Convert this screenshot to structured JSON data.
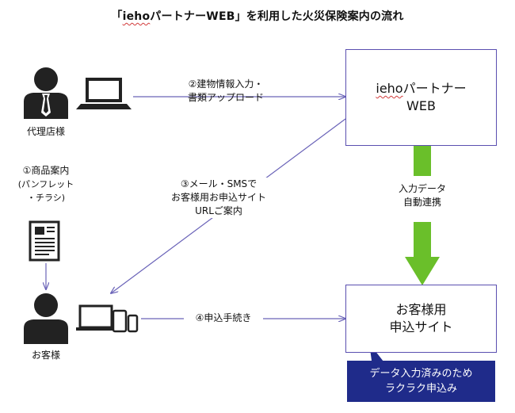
{
  "title": {
    "prefix": "「",
    "brand": "ieho",
    "rest": "パートナーWEB」を利用した火災保険案内の流れ"
  },
  "partner_box": {
    "brand": "ieho",
    "line1_rest": "パートナー",
    "line2": "WEB"
  },
  "customer_site_box": {
    "line1": "お客様用",
    "line2": "申込サイト"
  },
  "callout": {
    "line1": "データ入力済みのため",
    "line2": "ラクラク申込み"
  },
  "actors": {
    "agent": "代理店様",
    "customer": "お客様"
  },
  "steps": {
    "step1": {
      "line1": "①商品案内",
      "line2": "(パンフレット",
      "line3": "・チラシ)"
    },
    "step2": {
      "line1": "②建物情報入力・",
      "line2": "書類アップロード"
    },
    "step3": {
      "line1": "③メール・SMSで",
      "line2": "お客様用お申込サイト",
      "line3": "URLご案内"
    },
    "step4": {
      "line1": "④申込手続き"
    },
    "auto_link": {
      "line1": "入力データ",
      "line2": "自動連携"
    }
  },
  "icons": [
    "person-icon",
    "laptop-icon",
    "brochure-icon",
    "devices-icon"
  ],
  "colors": {
    "line": "#6a63b8",
    "box_border": "#5a4fb0",
    "green_arrow": "#6abf2a",
    "callout_bg": "#1f2b8a",
    "icon": "#222222"
  }
}
